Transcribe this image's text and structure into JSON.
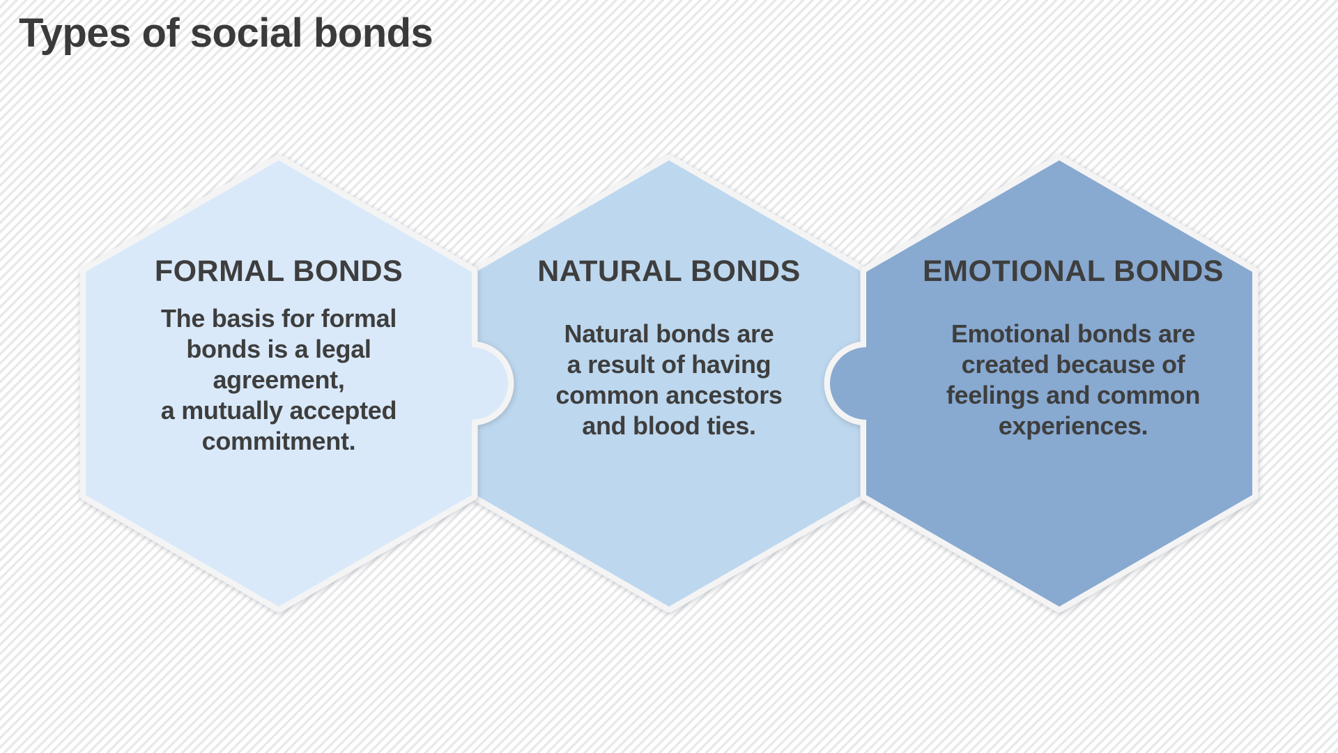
{
  "title": "Types of social bonds",
  "colors": {
    "outline": "#f4f4f5",
    "text": "#3e3e3e",
    "title_text": "#3a3a3a",
    "background_stripe": "#e9e9eb",
    "background_base": "#ffffff"
  },
  "cards": [
    {
      "id": "formal",
      "heading": "FORMAL BONDS",
      "body": "The basis for formal\nbonds is a legal\nagreement,\na mutually accepted\ncommitment.",
      "color": "#d9e9fa"
    },
    {
      "id": "natural",
      "heading": "NATURAL BONDS",
      "body": "Natural bonds are\na result of having\ncommon ancestors\nand blood ties.",
      "color": "#bdd7ee"
    },
    {
      "id": "emotional",
      "heading": "EMOTIONAL BONDS",
      "body": "Emotional bonds are\ncreated because of\nfeelings and common\nexperiences.",
      "color": "#88a9d0"
    }
  ]
}
